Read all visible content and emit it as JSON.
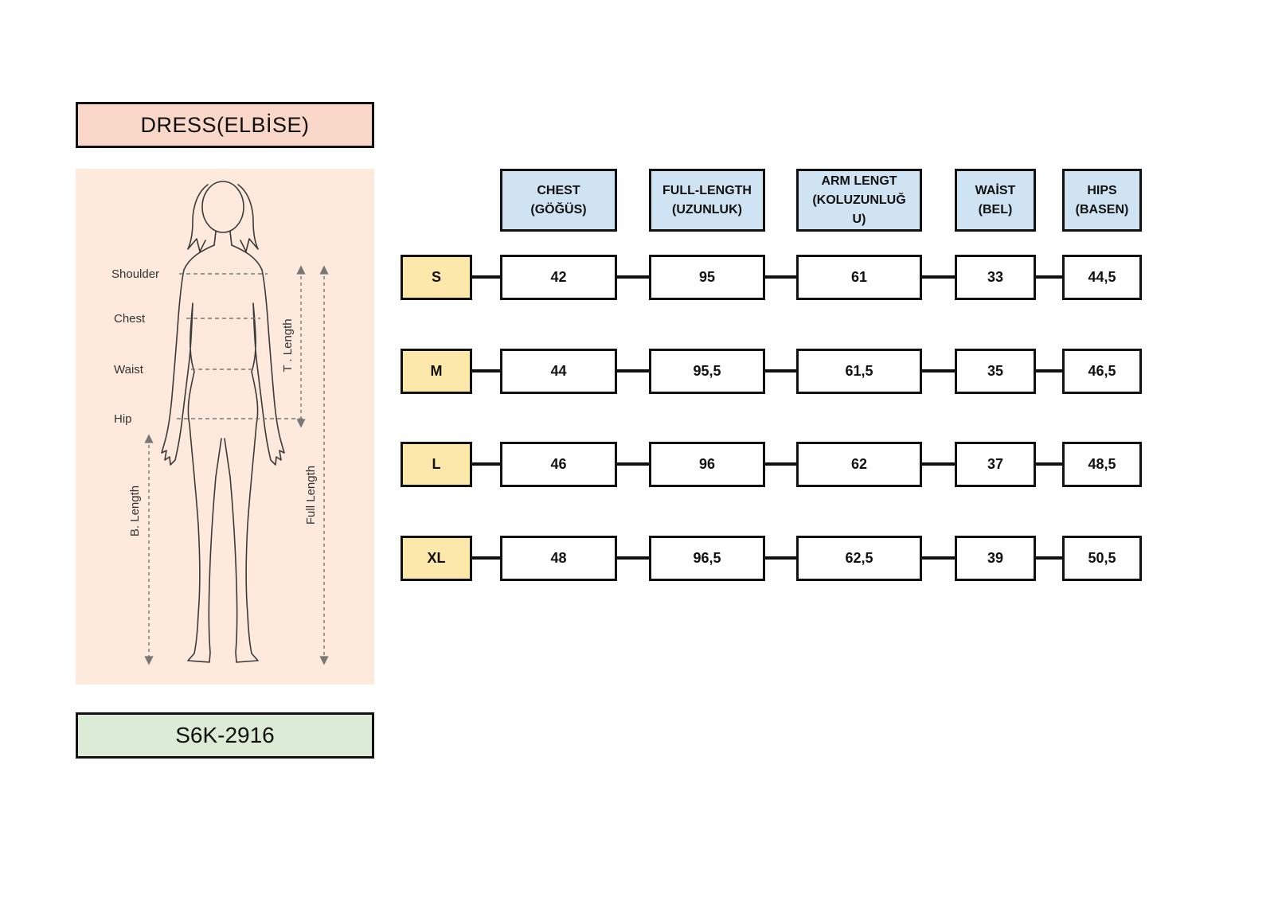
{
  "title": "DRESS(ELBİSE)",
  "product_code": "S6K-2916",
  "figure": {
    "labels": [
      "Shoulder",
      "Chest",
      "Waist",
      "Hip"
    ],
    "vertical_labels": [
      "T . Length",
      "Full Length",
      "B. Length"
    ]
  },
  "chart_data": {
    "type": "table",
    "title": "DRESS(ELBİSE)",
    "columns": [
      {
        "label": "CHEST (GÖĞÜS)",
        "lines": [
          "CHEST",
          "(GÖĞÜS)"
        ]
      },
      {
        "label": "FULL-LENGTH (UZUNLUK)",
        "lines": [
          "FULL-LENGTH",
          "(UZUNLUK)"
        ]
      },
      {
        "label": "ARM LENGT (KOLUZUNLUĞU)",
        "lines": [
          "ARM LENGT",
          "(KOLUZUNLUĞ",
          "U)"
        ]
      },
      {
        "label": "WAİST (BEL)",
        "lines": [
          "WAİST",
          "(BEL)"
        ]
      },
      {
        "label": "HIPS (BASEN)",
        "lines": [
          "HIPS",
          "(BASEN)"
        ]
      }
    ],
    "rows": [
      {
        "size": "S",
        "values": [
          "42",
          "95",
          "61",
          "33",
          "44,5"
        ]
      },
      {
        "size": "M",
        "values": [
          "44",
          "95,5",
          "61,5",
          "35",
          "46,5"
        ]
      },
      {
        "size": "L",
        "values": [
          "46",
          "96",
          "62",
          "37",
          "48,5"
        ]
      },
      {
        "size": "XL",
        "values": [
          "48",
          "96,5",
          "62,5",
          "39",
          "50,5"
        ]
      }
    ]
  },
  "colors": {
    "title-bg": "#f9d8c9",
    "panel-bg": "#fdeadc",
    "code-bg": "#dcebd5",
    "header-bg": "#cfe3f2",
    "size-bg": "#fce8ab",
    "border": "#111111",
    "line": "#111111"
  }
}
